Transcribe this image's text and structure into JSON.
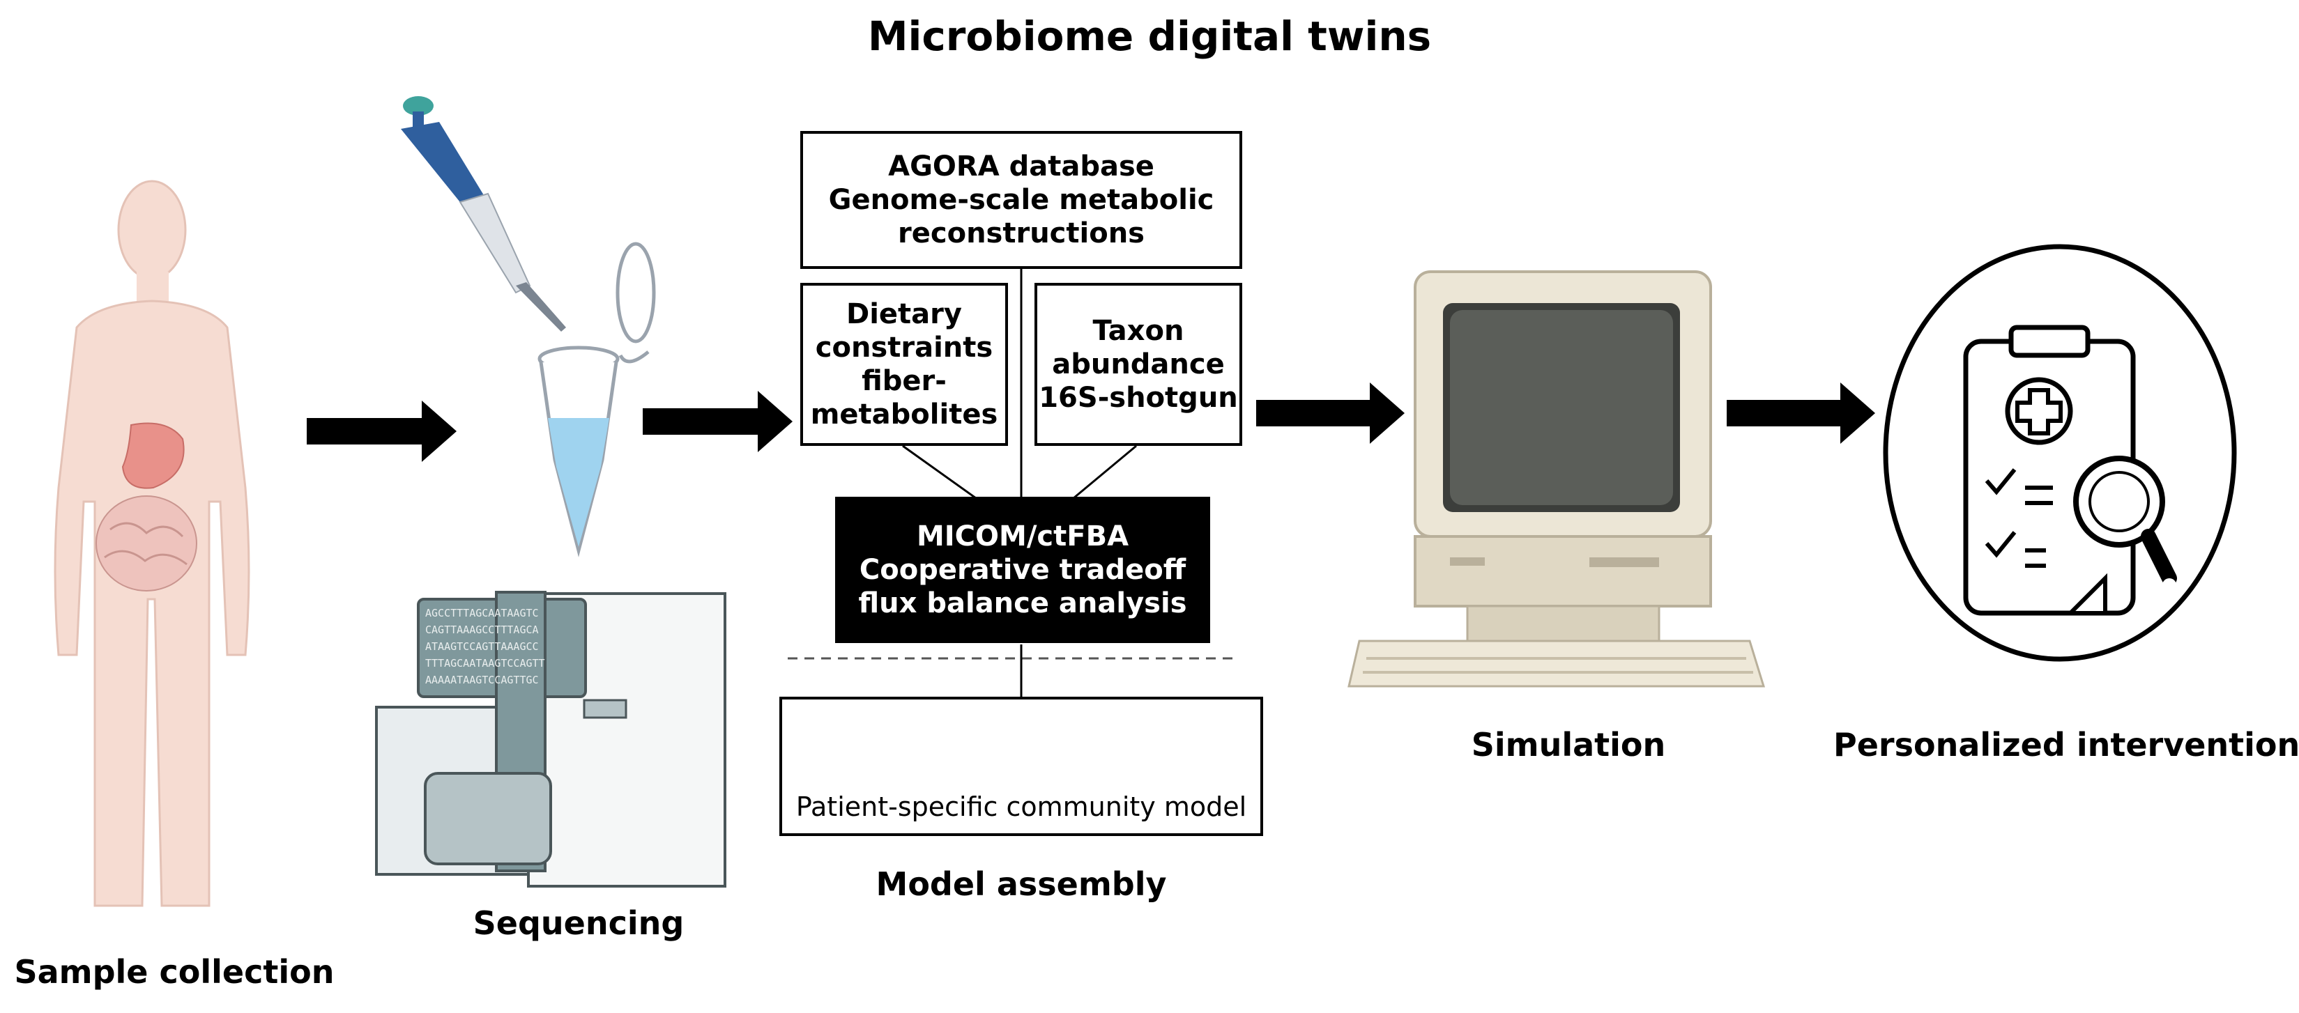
{
  "title": "Microbiome digital twins",
  "stages": {
    "sample_collection": "Sample collection",
    "sequencing": "Sequencing",
    "model_assembly": "Model assembly",
    "simulation": "Simulation",
    "personalized_intervention": "Personalized intervention"
  },
  "model": {
    "agora": "AGORA database\nGenome-scale metabolic\nreconstructions",
    "dietary": "Dietary\nconstraints\nfiber-\nmetabolites",
    "taxon": "Taxon\nabundance\n16S-shotgun",
    "micom": "MICOM/ctFBA\nCooperative tradeoff\nflux balance analysis",
    "community": "Patient-specific community model"
  },
  "sequencer_text": "AGCCTTTAGCAATAAGTC\nCAGTTAAAGCCTTTAGCA\nATAAGTCCAGTTAAAGCC\nTTTAGCAATAAGTCCAGTT\nAAAAATAAGTCCAGTTGC",
  "colors": {
    "skin": "#f6dcd2",
    "stomach": "#e8918a",
    "liquid": "#9fd3ef",
    "pipette_blue": "#2f5f9e",
    "sequencer_panel": "#7f989c",
    "screen": "#5b5e59",
    "computer_body": "#e9e3d2"
  }
}
